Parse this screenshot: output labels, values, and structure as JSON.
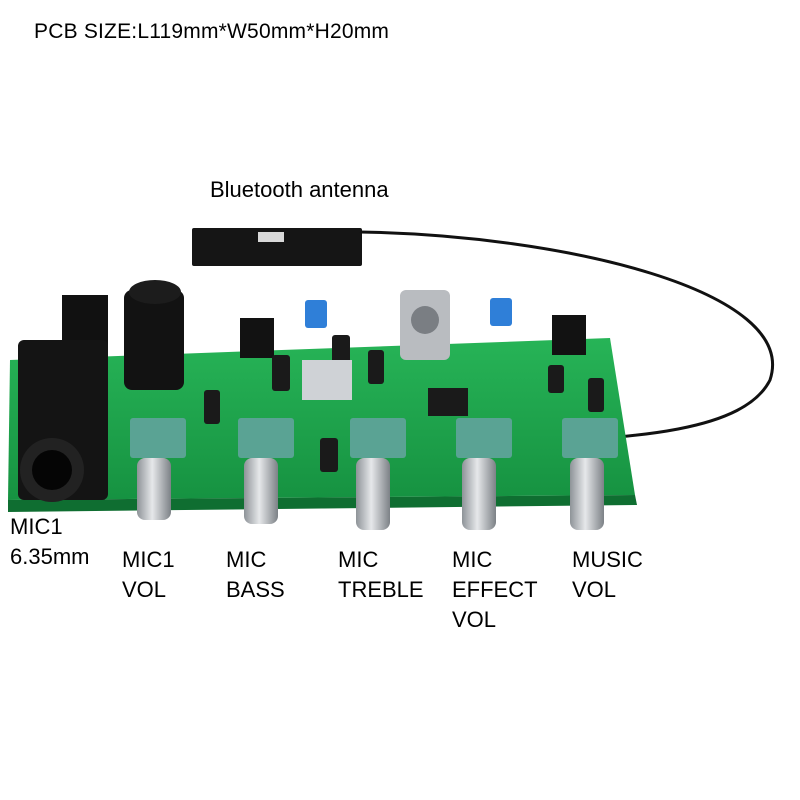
{
  "heading": "PCB SIZE:L119mm*W50mm*H20mm",
  "antenna_label": "Bluetooth antenna",
  "labels": {
    "mic1_jack": "MIC1\n6.35mm",
    "mic1_vol": "MIC1\nVOL",
    "mic_bass": "MIC\nBASS",
    "mic_treble": "MIC\nTREBLE",
    "mic_effect_vol": "MIC\nEFFECT\nVOL",
    "music_vol": "MUSIC\nVOL"
  },
  "colors": {
    "pcb_green": "#1fa64a",
    "pot_body": "#5aa394",
    "knob_metal": "#c9ccd0",
    "jack_black": "#111111",
    "capacitor_blue": "#2f7fd8"
  }
}
